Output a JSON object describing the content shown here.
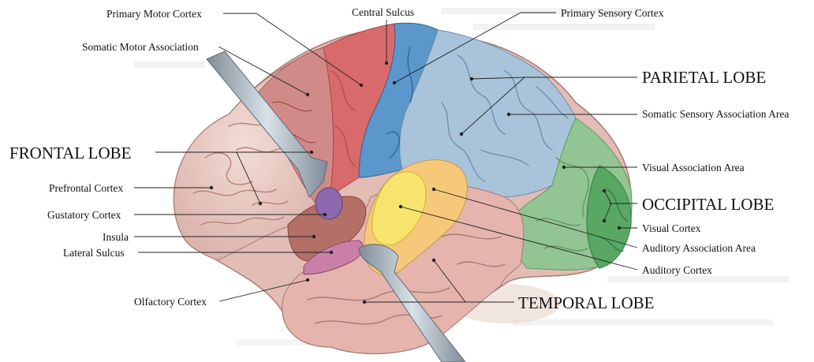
{
  "labels": {
    "primary_motor_cortex": "Primary Motor Cortex",
    "central_sulcus": "Central Sulcus",
    "primary_sensory_cortex": "Primary Sensory Cortex",
    "somatic_motor_association": "Somatic Motor Association",
    "parietal_lobe": "PARIETAL LOBE",
    "somatic_sensory_association_area": "Somatic Sensory Association Area",
    "frontal_lobe": "FRONTAL LOBE",
    "visual_association_area": "Visual Association Area",
    "prefrontal_cortex": "Prefrontal Cortex",
    "occipital_lobe": "OCCIPITAL LOBE",
    "gustatory_cortex": "Gustatory Cortex",
    "visual_cortex": "Visual Cortex",
    "insula": "Insula",
    "auditory_association_area": "Auditory Association Area",
    "lateral_sulcus": "Lateral Sulcus",
    "auditory_cortex": "Auditory Cortex",
    "olfactory_cortex": "Olfactory Cortex",
    "temporal_lobe": "TEMPORAL LOBE"
  },
  "colors": {
    "frontal": "#e9c9c3",
    "motor": "#d9696c",
    "motor_assoc": "#cf8a88",
    "primary_sensory": "#5b97cb",
    "sensory_assoc": "#a8c3da",
    "visual_assoc": "#8fc08f",
    "visual_cortex": "#56a862",
    "auditory_assoc": "#f6cc7c",
    "auditory_cortex": "#f7e36b",
    "temporal": "#e2b2aa",
    "insula": "#b06a62",
    "gustatory": "#8a6aaa",
    "olfactory": "#c77fa6",
    "retractor": "#a9b5c0"
  }
}
